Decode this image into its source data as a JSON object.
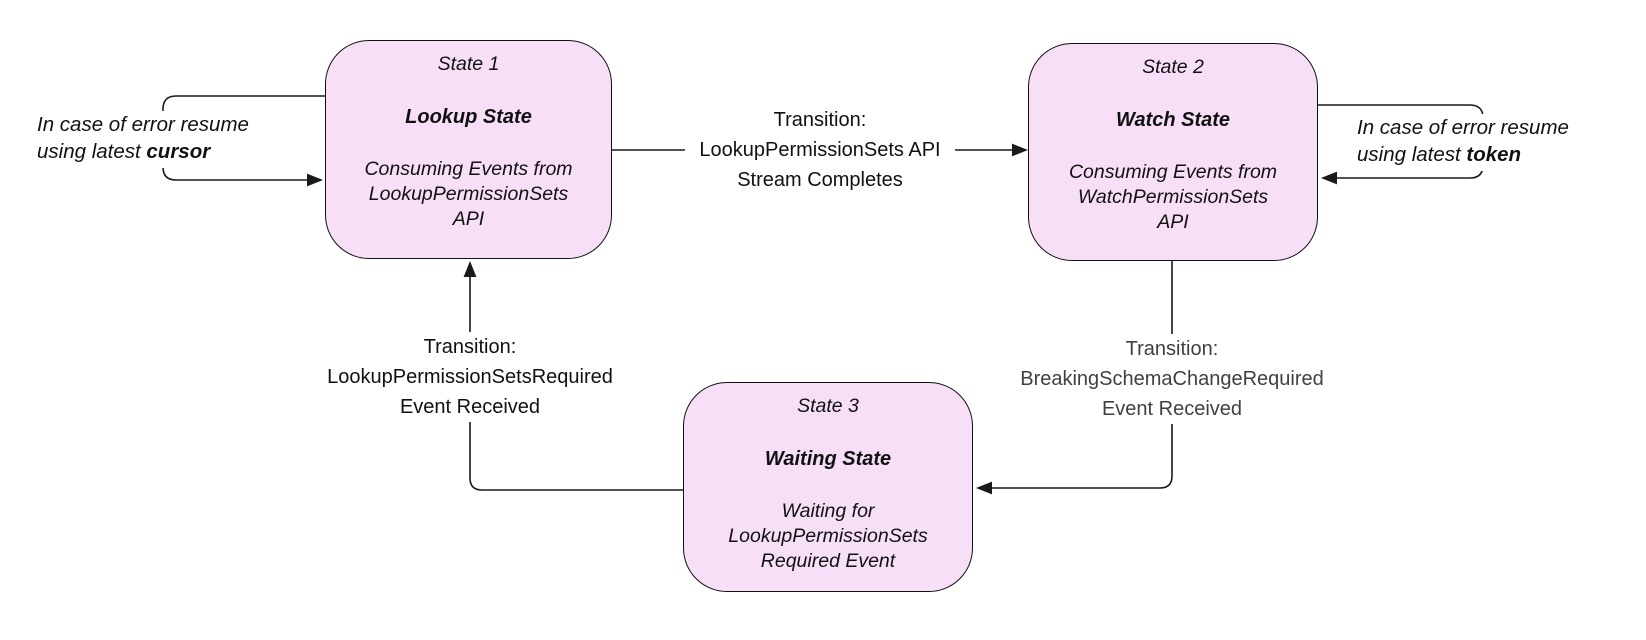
{
  "colors": {
    "state_fill": "#f7dff8",
    "state_border": "#111111",
    "wire": "#1a1a1a",
    "text_primary": "#111111",
    "text_muted": "#3f3f46"
  },
  "states": {
    "state1": {
      "step": "State 1",
      "name": "Lookup State",
      "desc": [
        "Consuming Events from",
        "LookupPermissionSets",
        "API"
      ]
    },
    "state2": {
      "step": "State 2",
      "name": "Watch State",
      "desc": [
        "Consuming Events from",
        "WatchPermissionSets",
        "API"
      ]
    },
    "state3": {
      "step": "State 3",
      "name": "Waiting State",
      "desc": [
        "Waiting for",
        "LookupPermissionSets",
        "Required Event"
      ]
    }
  },
  "transitions": {
    "lookup_to_watch": {
      "lines": [
        "Transition:",
        "LookupPermissionSets API",
        "Stream Completes"
      ]
    },
    "waiting_to_lookup": {
      "lines": [
        "Transition:",
        "LookupPermissionSetsRequired",
        "Event Received"
      ]
    },
    "watch_to_waiting": {
      "lines": [
        "Transition:",
        "BreakingSchemaChangeRequired",
        "Event Received"
      ]
    }
  },
  "annotations": {
    "cursor": {
      "line1": "In case of error resume",
      "line2_prefix": "using latest ",
      "line2_bold": "cursor"
    },
    "token": {
      "line1": "In case of error resume",
      "line2_prefix": "using latest ",
      "line2_bold": "token"
    }
  }
}
